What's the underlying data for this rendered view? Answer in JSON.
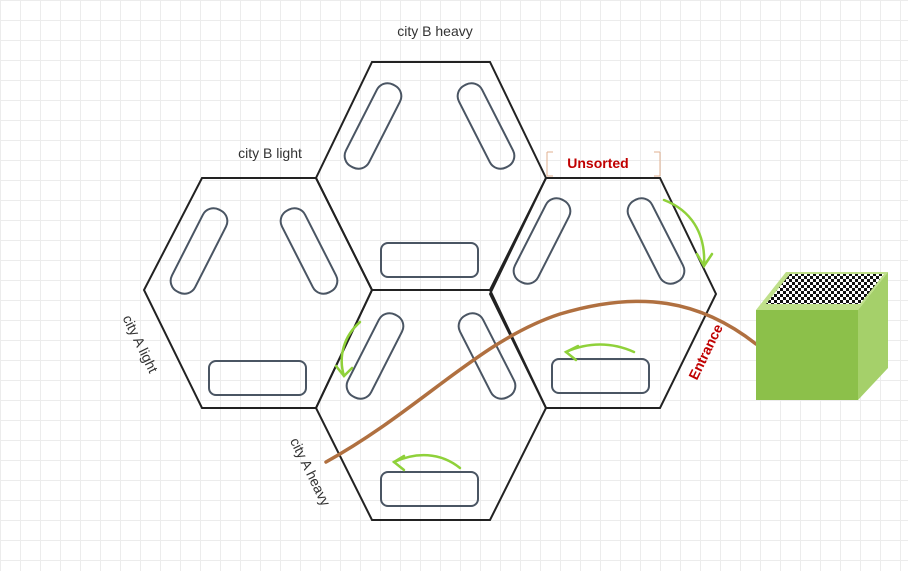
{
  "labels": {
    "city_b_heavy": "city B heavy",
    "city_b_light": "city B light",
    "city_a_light": "city A light",
    "city_a_heavy": "city A heavy",
    "unsorted": "Unsorted",
    "entrance": "Entrance"
  },
  "colors": {
    "hex_stroke": "#222222",
    "slot_stroke": "#4a5563",
    "arrow_green": "#8fd13a",
    "path_brown": "#b07040",
    "label_red": "#c00000",
    "box_green_front": "#8cc04a",
    "box_green_side": "#a5d06a",
    "box_green_top": "#bfe08a"
  },
  "icons": {
    "qr_code": "qr-code-icon"
  }
}
